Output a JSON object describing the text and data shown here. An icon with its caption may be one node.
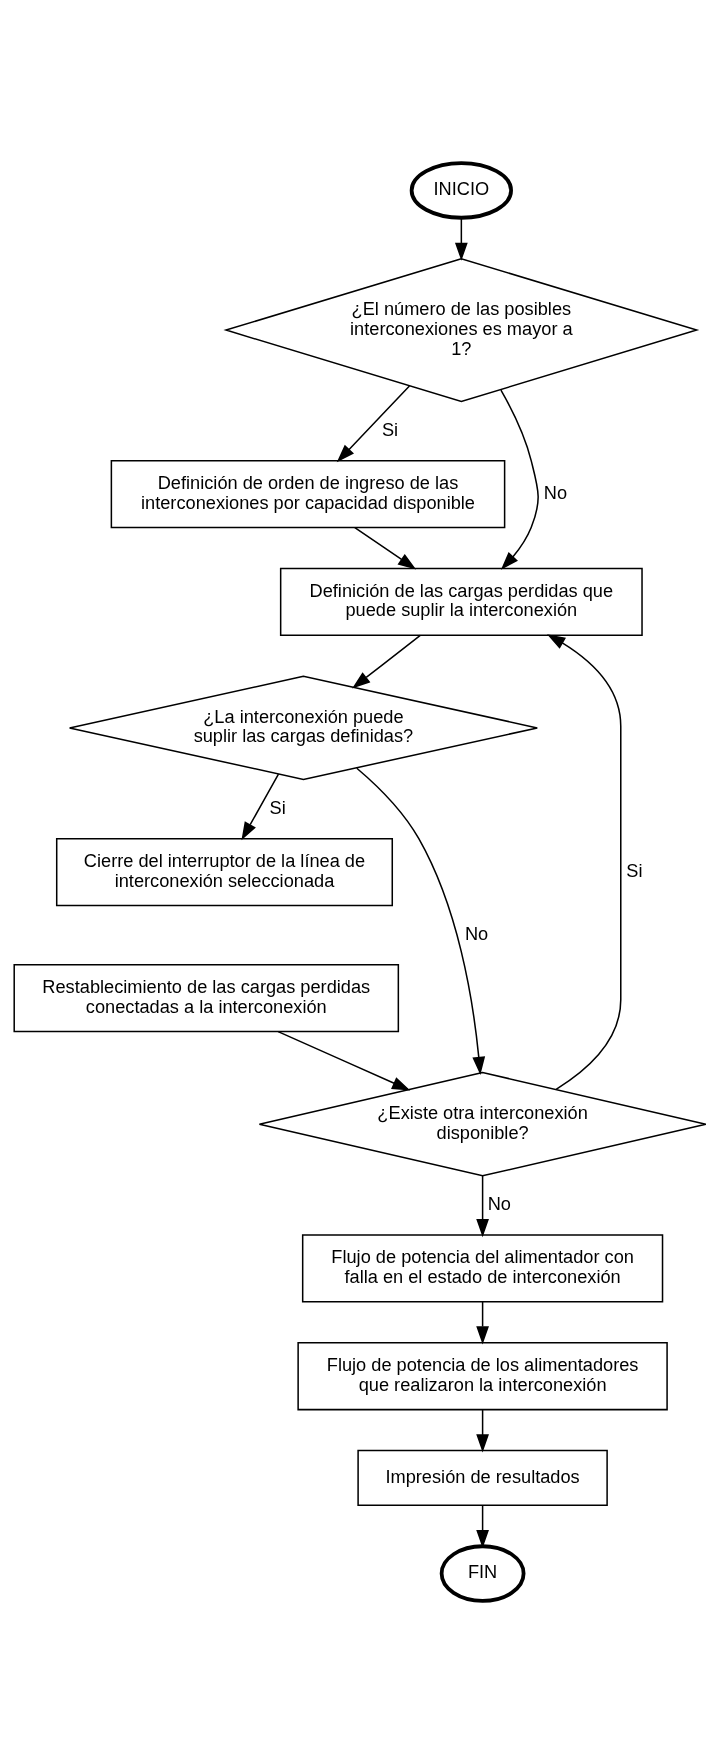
{
  "diagram": {
    "nodes": [
      {
        "text": [
          "INICIO"
        ]
      },
      {
        "text": [
          "¿El número de las posibles interconexiones es mayor a 1?"
        ]
      },
      {
        "text": [
          "Definición de orden de ingreso de las interconexiones por capacidad disponible"
        ]
      },
      {
        "text": [
          "Definición de las cargas perdidas que puede suplir la interconexión"
        ]
      },
      {
        "text": [
          "¿La interconexión puede suplir las cargas definidas?"
        ]
      },
      {
        "text": [
          "Cierre del interruptor de la línea de interconexión seleccionada"
        ]
      },
      {
        "text": [
          "Restablecimiento de las cargas perdidas conectadas a la interconexión"
        ]
      },
      {
        "text": [
          "¿Existe otra interconexión disponible?"
        ]
      },
      {
        "text": [
          "Flujo de potencia del alimentador con falla en el estado de interconexión"
        ]
      },
      {
        "text": [
          "Flujo de potencia de los alimentadores que realizaron la interconexión"
        ]
      },
      {
        "text": [
          "Impresión de resultados"
        ]
      },
      {
        "text": [
          "FIN"
        ]
      }
    ],
    "edges": [
      {
        "from": 0,
        "to": 1,
        "arrow": "to"
      },
      {
        "from": 1,
        "to": 2,
        "arrow": "to",
        "label": "Si"
      },
      {
        "from": 2,
        "to": 3,
        "arrow": "to"
      },
      {
        "from": 1,
        "to": 3,
        "arrow": "to",
        "label": "No"
      },
      {
        "from": 7,
        "to": 3,
        "arrow": "to",
        "label": "Si"
      },
      {
        "from": 3,
        "to": 4,
        "arrow": "to"
      },
      {
        "from": 4,
        "to": 5,
        "arrow": "to",
        "label": "Si"
      },
      {
        "from": 6,
        "to": 7,
        "arrow": "to"
      },
      {
        "from": 4,
        "to": 7,
        "arrow": "to",
        "label": "No"
      },
      {
        "from": 7,
        "to": 8,
        "arrow": "to",
        "label": "No"
      },
      {
        "from": 8,
        "to": 9,
        "arrow": "to"
      },
      {
        "from": 9,
        "to": 10,
        "arrow": "to"
      },
      {
        "from": 10,
        "to": 11,
        "arrow": "to"
      }
    ]
  }
}
